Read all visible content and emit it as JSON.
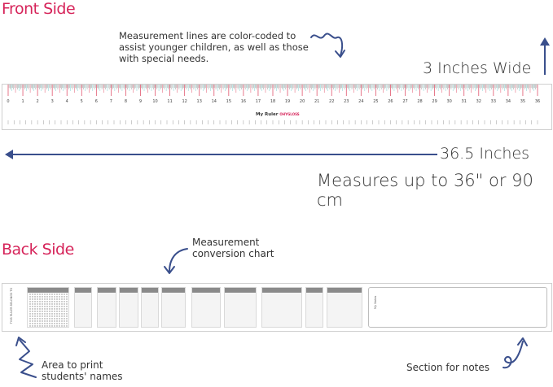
{
  "front": {
    "title": "Front Side",
    "measurement_note": "Measurement lines are color-coded to assist younger children, as well as those with special needs.",
    "width_label": "3 Inches Wide",
    "length_label": "36.5 Inches",
    "measures_label": "Measures up to 36\" or 90 cm",
    "ruler_brand": "My Ruler",
    "ruler_brand_suffix": "OHYGLOSS",
    "inch_numbers": [
      "0",
      "1",
      "2",
      "3",
      "4",
      "5",
      "6",
      "7",
      "8",
      "9",
      "10",
      "11",
      "12",
      "13",
      "14",
      "15",
      "16",
      "17",
      "18",
      "19",
      "20",
      "21",
      "22",
      "23",
      "24",
      "25",
      "26",
      "27",
      "28",
      "29",
      "30",
      "31",
      "32",
      "33",
      "34",
      "35",
      "36"
    ]
  },
  "back": {
    "title": "Back Side",
    "conversion_note": "Measurement conversion chart",
    "names_note": "Area to print students' names",
    "notes_note": "Section for notes",
    "names_strip_label": "THIS RULER BELONGS TO",
    "notes_box_label": "My Notes"
  },
  "colors": {
    "title": "#d6245a",
    "arrow": "#3a4f8c",
    "tick_red": "#e0566e",
    "tick_teal": "#7fd0d0",
    "tick_gray": "#9a9a9a"
  },
  "icons": [
    "squiggle-arrow-icon",
    "up-arrow-icon",
    "left-arrow-icon",
    "curved-arrow-icon",
    "zigzag-arrow-icon",
    "loop-arrow-icon"
  ]
}
